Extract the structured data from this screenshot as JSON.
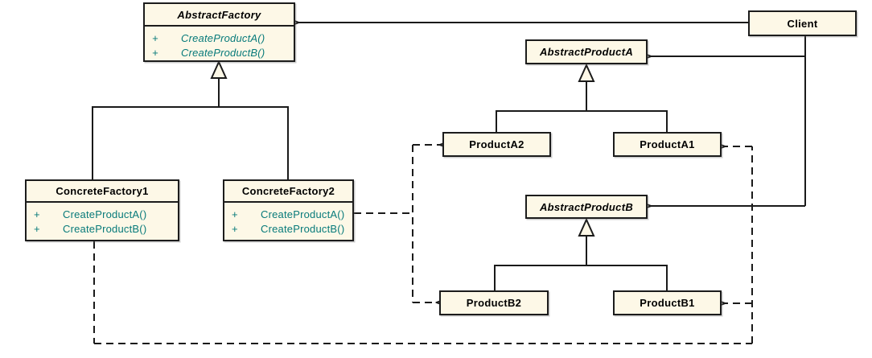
{
  "diagram": {
    "kind": "uml-class-diagram",
    "pattern": "Abstract Factory",
    "plus": "+",
    "colors": {
      "box_fill": "#FDF8E7",
      "box_border": "#1C1C1C",
      "line": "#1A1A1A",
      "method_text": "#077A7A",
      "title_text": "#000000"
    },
    "classes": {
      "abstract_factory": {
        "name": "AbstractFactory",
        "abstract": true,
        "methods": [
          "CreateProductA()",
          "CreateProductB()"
        ]
      },
      "client": {
        "name": "Client",
        "abstract": false
      },
      "abstract_product_a": {
        "name": "AbstractProductA",
        "abstract": true
      },
      "product_a2": {
        "name": "ProductA2",
        "abstract": false
      },
      "product_a1": {
        "name": "ProductA1",
        "abstract": false
      },
      "abstract_product_b": {
        "name": "AbstractProductB",
        "abstract": true
      },
      "product_b2": {
        "name": "ProductB2",
        "abstract": false
      },
      "product_b1": {
        "name": "ProductB1",
        "abstract": false
      },
      "concrete_factory1": {
        "name": "ConcreteFactory1",
        "abstract": false,
        "methods": [
          "CreateProductA()",
          "CreateProductB()"
        ]
      },
      "concrete_factory2": {
        "name": "ConcreteFactory2",
        "abstract": false,
        "methods": [
          "CreateProductA()",
          "CreateProductB()"
        ]
      }
    },
    "relationships": [
      {
        "from": "Client",
        "to": "AbstractFactory",
        "type": "association-open-arrow"
      },
      {
        "from": "Client",
        "to": "AbstractProductA",
        "type": "association-open-arrow"
      },
      {
        "from": "Client",
        "to": "AbstractProductB",
        "type": "association-open-arrow"
      },
      {
        "from": "ConcreteFactory1",
        "to": "AbstractFactory",
        "type": "generalization"
      },
      {
        "from": "ConcreteFactory2",
        "to": "AbstractFactory",
        "type": "generalization"
      },
      {
        "from": "ProductA2",
        "to": "AbstractProductA",
        "type": "generalization"
      },
      {
        "from": "ProductA1",
        "to": "AbstractProductA",
        "type": "generalization"
      },
      {
        "from": "ProductB2",
        "to": "AbstractProductB",
        "type": "generalization"
      },
      {
        "from": "ProductB1",
        "to": "AbstractProductB",
        "type": "generalization"
      },
      {
        "from": "ConcreteFactory2",
        "to": "ProductA2",
        "type": "dashed-dependency"
      },
      {
        "from": "ConcreteFactory2",
        "to": "ProductB2",
        "type": "dashed-dependency"
      },
      {
        "from": "ConcreteFactory1",
        "to": "ProductA1",
        "type": "dashed-dependency"
      },
      {
        "from": "ConcreteFactory1",
        "to": "ProductB1",
        "type": "dashed-dependency"
      }
    ]
  }
}
